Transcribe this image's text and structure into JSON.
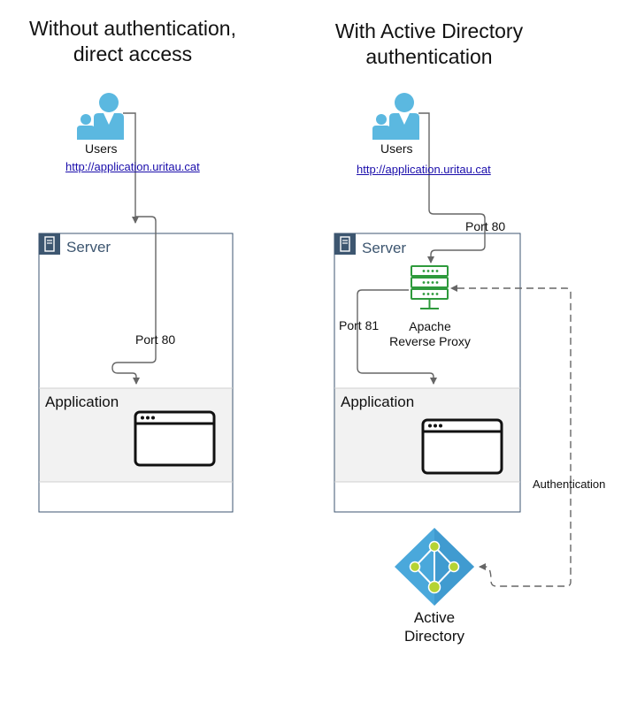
{
  "left": {
    "title_line1": "Without authentication,",
    "title_line2": "direct access",
    "users_label": "Users",
    "url": "http://application.uritau.cat",
    "server_label": "Server",
    "port_label": "Port 80",
    "app_label": "Application",
    "icons": {
      "users": "users-icon",
      "server": "server-icon",
      "app": "browser-window-icon"
    }
  },
  "right": {
    "title_line1": "With Active Directory",
    "title_line2": "authentication",
    "users_label": "Users",
    "url": "http://application.uritau.cat",
    "server_label": "Server",
    "port_in_label": "Port 80",
    "proxy_line1": "Apache",
    "proxy_line2": "Reverse Proxy",
    "port_app_label": "Port 81",
    "app_label": "Application",
    "auth_label": "Authentication",
    "ad_line1": "Active",
    "ad_line2": "Directory",
    "icons": {
      "users": "users-icon",
      "server": "server-icon",
      "proxy": "proxy-server-icon",
      "app": "browser-window-icon",
      "ad": "active-directory-icon"
    }
  },
  "colors": {
    "users_icon": "#5bb8e0",
    "box_border": "#3d5670",
    "server_icon_bg": "#3d5670",
    "app_band": "#f2f2f2",
    "connector": "#666666",
    "proxy_green": "#2e9a3c",
    "ad_blue": "#4aa8db",
    "ad_green": "#b5d334",
    "link": "#1a0dab"
  }
}
